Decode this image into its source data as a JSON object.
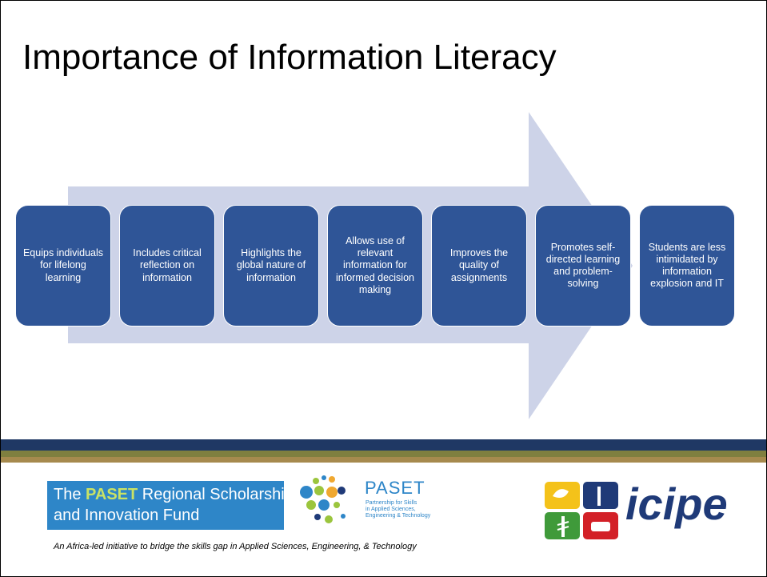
{
  "slide": {
    "title": "Importance of Information Literacy"
  },
  "process_steps": [
    "Equips individuals for lifelong learning",
    "Includes critical reflection on information",
    "Highlights the global nature of information",
    "Allows use of relevant information for informed decision making",
    "Improves the quality of assignments",
    "Promotes self-directed learning and problem-solving",
    "Students are less intimidated by information explosion and IT"
  ],
  "colors": {
    "arrow": "#cdd3e8",
    "box": "#2f5597",
    "bar_top": "#1f3864",
    "bar_mid": "#7f7f3f",
    "bar_bottom": "#a68a4e",
    "paset_blue": "#2e86c8",
    "icipe_navy": "#1f3a78"
  },
  "footer": {
    "paset_banner": {
      "prefix": "The",
      "highlight": "PASET",
      "line1_rest": "Regional Scholarship",
      "line2": "and Innovation Fund"
    },
    "paset_logo": {
      "name": "PASET",
      "sub_line1": "Partnership for Skills",
      "sub_line2": "in Applied Sciences,",
      "sub_line3": "Engineering & Technology"
    },
    "tagline": "An Africa-led initiative to bridge the skills gap in Applied Sciences, Engineering, & Technology",
    "icipe_logo": {
      "name": "icipe",
      "icon": "icipe-quad-logo-icon"
    }
  }
}
